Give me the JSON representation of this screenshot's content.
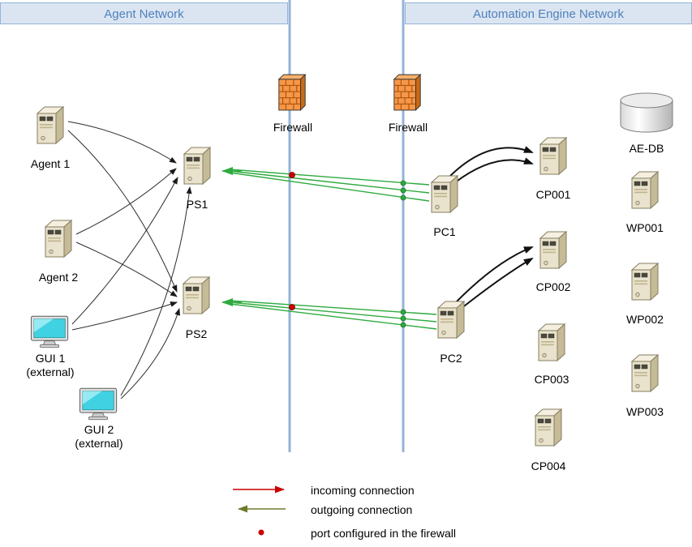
{
  "headers": {
    "left": "Agent Network",
    "right": "Automation Engine Network"
  },
  "nodes": {
    "agent1": "Agent 1",
    "agent2": "Agent 2",
    "gui1": "GUI 1",
    "gui1_sub": "(external)",
    "gui2": "GUI 2",
    "gui2_sub": "(external)",
    "ps1": "PS1",
    "ps2": "PS2",
    "pc1": "PC1",
    "pc2": "PC2",
    "cp001": "CP001",
    "cp002": "CP002",
    "cp003": "CP003",
    "cp004": "CP004",
    "aedb": "AE-DB",
    "wp001": "WP001",
    "wp002": "WP002",
    "wp003": "WP003",
    "firewall_left": "Firewall",
    "firewall_right": "Firewall"
  },
  "legend": {
    "incoming": "incoming connection",
    "outgoing": "outgoing connection",
    "port": "port configured in the firewall"
  },
  "colors": {
    "header_text": "#4f81bd",
    "header_fill": "#dbe5f1",
    "boundary_line": "#95b3d7",
    "incoming_red": "#cc0000",
    "outgoing_olive": "#6e7b2c",
    "connection_green": "#2eaa3f",
    "firewall_orange": "#f79646"
  }
}
